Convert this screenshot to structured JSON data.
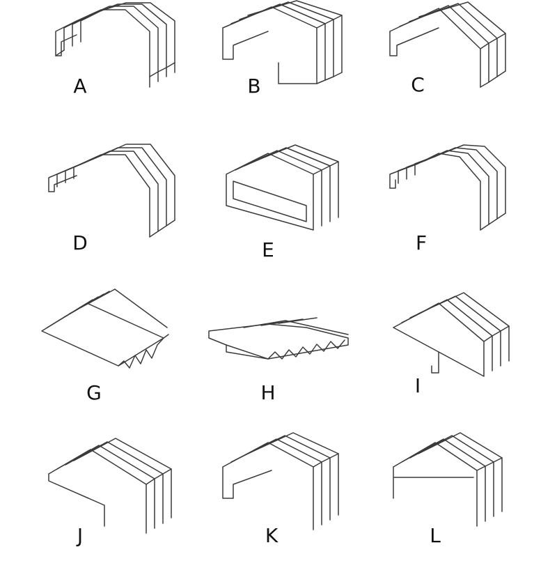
{
  "labels": {
    "a": "A",
    "b": "B",
    "c": "C",
    "d": "D",
    "e": "E",
    "f": "F",
    "g": "G",
    "h": "H",
    "i": "I",
    "j": "J",
    "k": "K",
    "l": "L"
  },
  "colors": {
    "line": "#3a3a3a",
    "text": "#111111",
    "background": "#ffffff"
  }
}
